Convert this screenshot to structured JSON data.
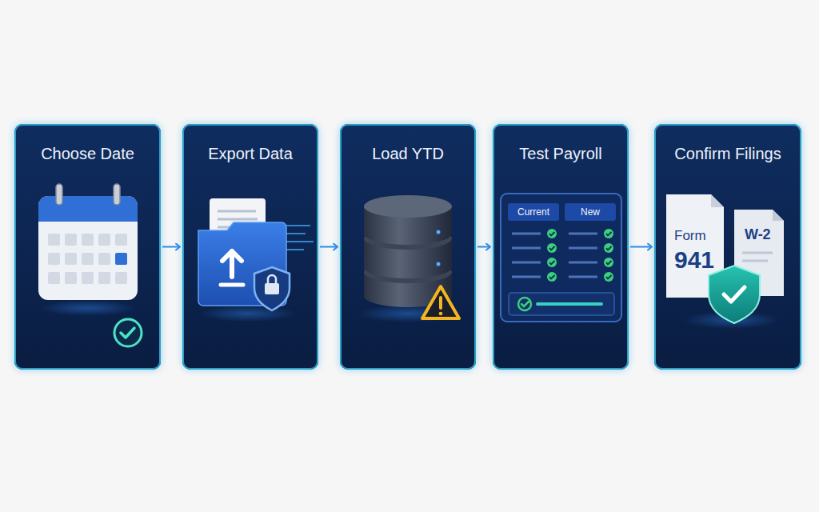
{
  "diagram": {
    "nodes": [
      {
        "text": [
          "Choose Date"
        ]
      },
      {
        "text": [
          "Export Data"
        ]
      },
      {
        "text": [
          "Load YTD"
        ]
      },
      {
        "text": [
          "Test Payroll"
        ]
      },
      {
        "text": [
          "Confirm Filings"
        ]
      }
    ],
    "edges": [
      {
        "from": 0,
        "to": 1,
        "arrow": "to"
      },
      {
        "from": 1,
        "to": 2,
        "arrow": "to"
      },
      {
        "from": 2,
        "to": 3,
        "arrow": "to"
      },
      {
        "from": 3,
        "to": 4,
        "arrow": "to"
      }
    ],
    "labels": [
      "Current",
      "New",
      "Form",
      "941",
      "W-2"
    ]
  }
}
